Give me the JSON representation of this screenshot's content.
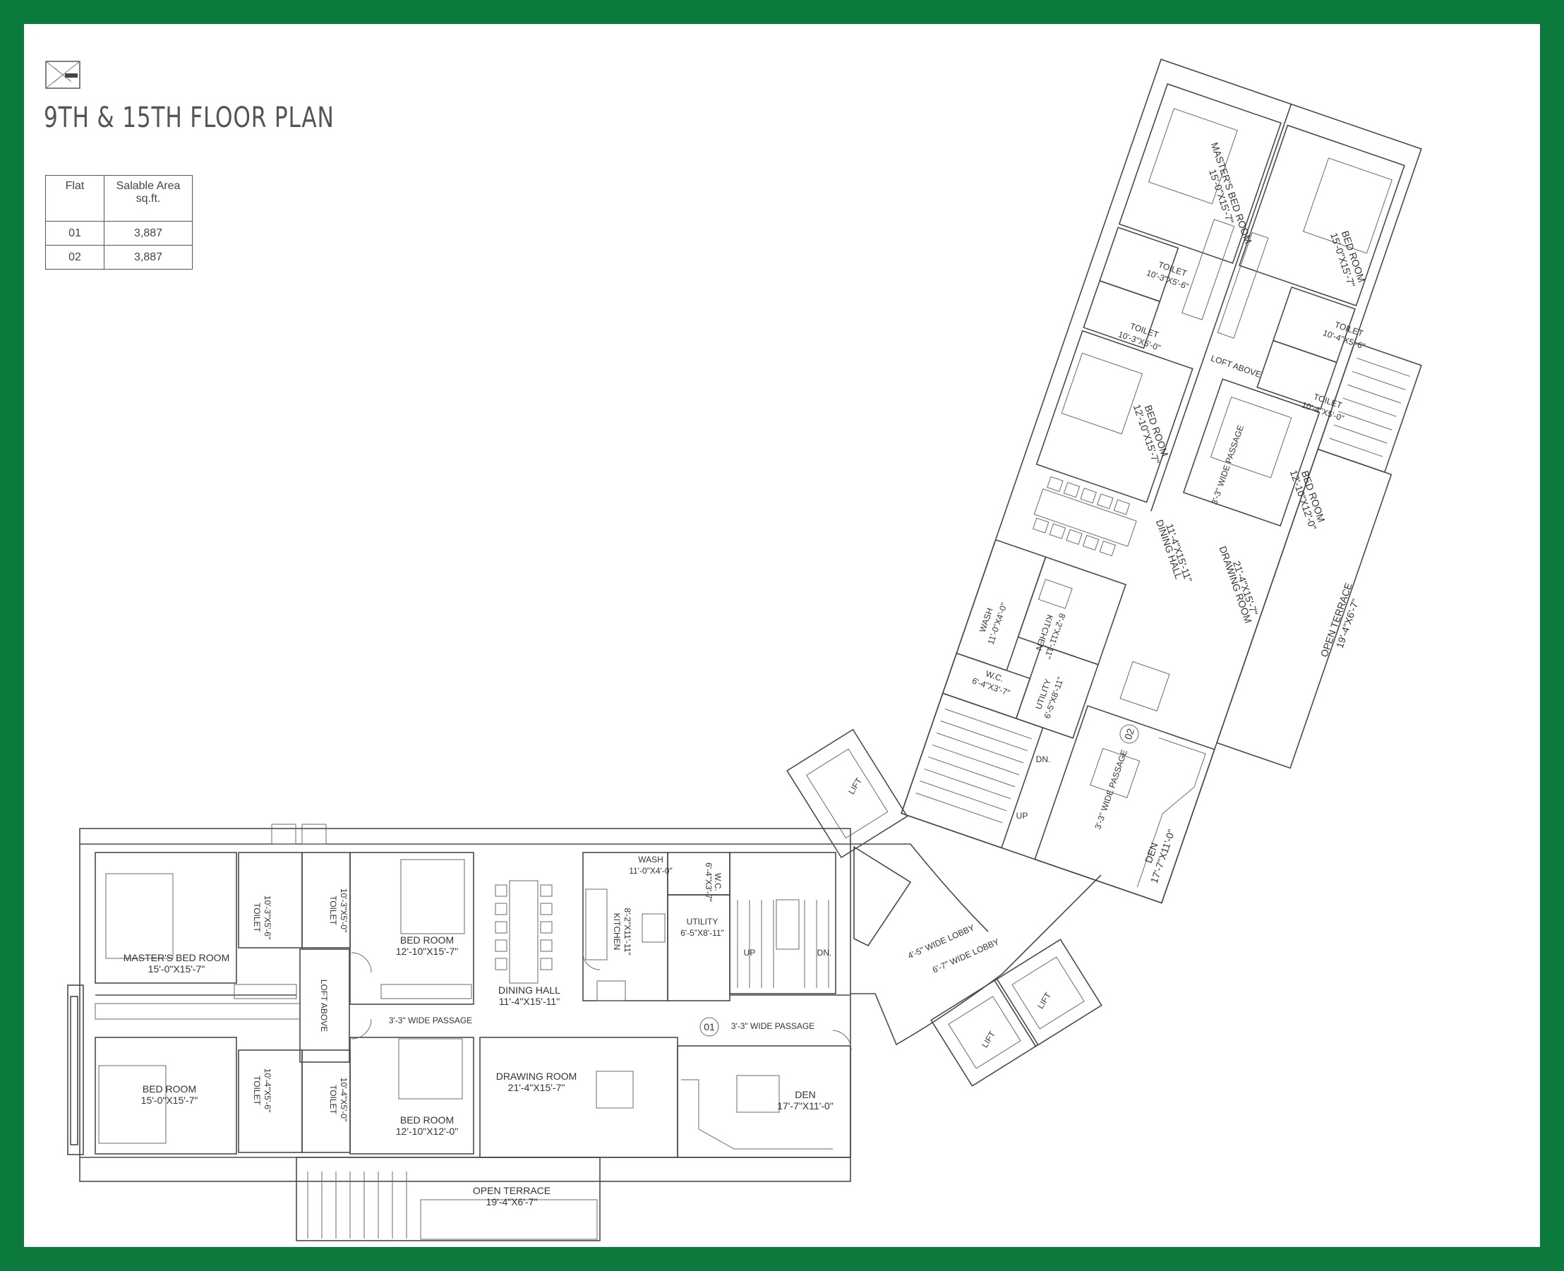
{
  "title": "9TH  & 15TH  FLOOR PLAN",
  "area_table": {
    "headers": [
      "Flat",
      "Salable Area sq.ft."
    ],
    "rows": [
      {
        "flat": "01",
        "area": "3,887"
      },
      {
        "flat": "02",
        "area": "3,887"
      }
    ]
  },
  "flat_markers": {
    "flat_01": "01",
    "flat_02": "02"
  },
  "rooms": {
    "flat01": {
      "masters_bed": {
        "name": "MASTER'S BED ROOM",
        "dim": "15'-0\"X15'-7\""
      },
      "toilet_1": {
        "name": "TOILET",
        "dim": "10'-3\"X5'-6\""
      },
      "toilet_2": {
        "name": "TOILET",
        "dim": "10'-3\"X5'-0\""
      },
      "bed_1": {
        "name": "BED ROOM",
        "dim": "12'-10\"X15'-7\""
      },
      "dining": {
        "name": "DINING HALL",
        "dim": "11'-4\"X15'-11\""
      },
      "kitchen": {
        "name": "KITCHEN",
        "dim": "8'-2\"X11'-11\""
      },
      "wash": {
        "name": "WASH",
        "dim": "11'-0\"X4'-0\""
      },
      "wc": {
        "name": "W.C.",
        "dim": "6'-4\"X3'-7\""
      },
      "utility": {
        "name": "UTILITY",
        "dim": "6'-5\"X8'-11\""
      },
      "loft": {
        "name": "LOFT ABOVE"
      },
      "passage_1": {
        "name": "3'-3\" WIDE PASSAGE"
      },
      "passage_2": {
        "name": "3'-3\" WIDE PASSAGE"
      },
      "bed_2": {
        "name": "BED ROOM",
        "dim": "15'-0\"X15'-7\""
      },
      "toilet_3": {
        "name": "TOILET",
        "dim": "10'-4\"X5'-6\""
      },
      "toilet_4": {
        "name": "TOILET",
        "dim": "10'-4\"X5'-0\""
      },
      "bed_3": {
        "name": "BED ROOM",
        "dim": "12'-10\"X12'-0\""
      },
      "drawing": {
        "name": "DRAWING ROOM",
        "dim": "21'-4\"X15'-7\""
      },
      "den": {
        "name": "DEN",
        "dim": "17'-7\"X11'-0\""
      },
      "terrace": {
        "name": "OPEN TERRACE",
        "dim": "19'-4\"X6'-7\""
      },
      "up": "UP",
      "dn": "DN."
    },
    "lobby": {
      "lobby_1": "4'-5\" WIDE LOBBY",
      "lobby_2": "6'-7\" WIDE LOBBY",
      "lift": "LIFT"
    },
    "flat02": {
      "masters_bed": {
        "name": "MASTER'S BED ROOM",
        "dim": "15'-0\"X15'-7\""
      },
      "bed_1": {
        "name": "BED ROOM",
        "dim": "15'-0\"X15'-7\""
      },
      "toilet_1": {
        "name": "TOILET",
        "dim": "10'-3\"X5'-6\""
      },
      "toilet_2": {
        "name": "TOILET",
        "dim": "10'-3\"X5'-0\""
      },
      "toilet_3": {
        "name": "TOILET",
        "dim": "10'-4\"X5'-6\""
      },
      "toilet_4": {
        "name": "TOILET",
        "dim": "10'-4\"X5'-0\""
      },
      "loft": {
        "name": "LOFT ABOVE"
      },
      "bed_2": {
        "name": "BED ROOM",
        "dim": "12'-10\"X15'-7\""
      },
      "passage_1": {
        "name": "3'-3\" WIDE PASSAGE"
      },
      "bed_3": {
        "name": "BED ROOM",
        "dim": "12'-10\"X12'-0\""
      },
      "dining": {
        "name": "DINING HALL",
        "dim": "11'-4\"X15'-11\""
      },
      "drawing": {
        "name": "DRAWING ROOM",
        "dim": "21'-4\"X15'-7\""
      },
      "terrace": {
        "name": "OPEN TERRACE",
        "dim": "19'-4\"X6'-7\""
      },
      "wash": {
        "name": "WASH",
        "dim": "11'-0\"X4'-0\""
      },
      "kitchen": {
        "name": "KITCHEN",
        "dim": "8'-2\"X11'-11\""
      },
      "wc": {
        "name": "W.C.",
        "dim": "6'-4\"X3'-7\""
      },
      "utility": {
        "name": "UTILITY",
        "dim": "6'-5\"X8'-11\""
      },
      "passage_2": {
        "name": "3'-3\" WIDE PASSAGE"
      },
      "den": {
        "name": "DEN",
        "dim": "17'-7\"X11'-0\""
      },
      "dn": "DN.",
      "up": "UP"
    }
  },
  "colors": {
    "frame": "#0c7a3c",
    "line": "#4a4a4a",
    "text": "#333333"
  }
}
